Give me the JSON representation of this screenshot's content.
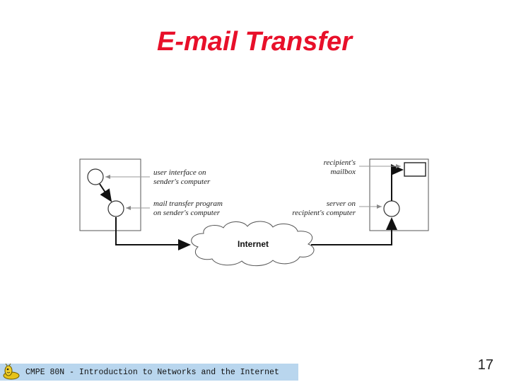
{
  "slide": {
    "title": "E-mail Transfer",
    "page_number": "17"
  },
  "footer": {
    "text": "CMPE 80N - Introduction to Networks and the Internet",
    "logo_icon": "banana-slug-mascot-icon"
  },
  "diagram": {
    "left_labels": {
      "user_interface_1": "user interface on",
      "user_interface_2": "sender's computer",
      "mail_program_1": "mail transfer program",
      "mail_program_2": "on sender's computer"
    },
    "right_labels": {
      "mailbox_1": "recipient's",
      "mailbox_2": "mailbox",
      "server_1": "server on",
      "server_2": "recipient's computer"
    },
    "cloud_label": "Internet"
  },
  "colors": {
    "title": "#e8102a",
    "footer_bar": "#b9d6ee"
  }
}
